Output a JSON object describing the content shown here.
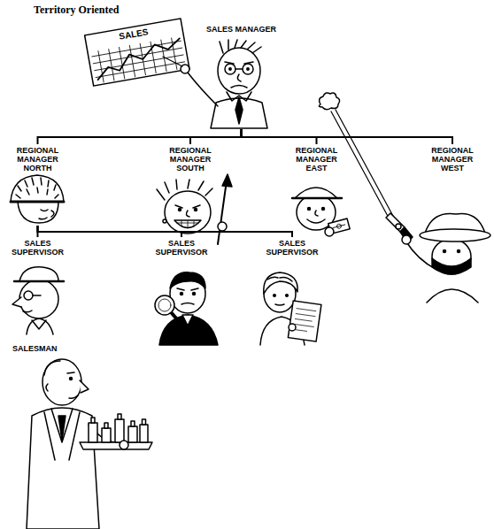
{
  "diagram": {
    "title": "Territory Oriented",
    "nodes": [
      {
        "text": [
          "SALES MANAGER"
        ]
      },
      {
        "text": [
          "REGIONAL MANAGER NORTH"
        ]
      },
      {
        "text": [
          "REGIONAL MANAGER SOUTH"
        ]
      },
      {
        "text": [
          "REGIONAL MANAGER EAST"
        ]
      },
      {
        "text": [
          "REGIONAL MANAGER WEST"
        ]
      },
      {
        "text": [
          "SALES SUPERVISOR"
        ]
      },
      {
        "text": [
          "SALES SUPERVISOR"
        ]
      },
      {
        "text": [
          "SALES SUPERVISOR"
        ]
      },
      {
        "text": [
          "SALESMAN"
        ]
      }
    ],
    "edges": [
      {
        "from": 0,
        "to": 1,
        "arrow": "none"
      },
      {
        "from": 0,
        "to": 2,
        "arrow": "none"
      },
      {
        "from": 0,
        "to": 3,
        "arrow": "none"
      },
      {
        "from": 0,
        "to": 4,
        "arrow": "none"
      },
      {
        "from": 1,
        "to": 5,
        "arrow": "none"
      },
      {
        "from": 1,
        "to": 6,
        "arrow": "none"
      },
      {
        "from": 1,
        "to": 7,
        "arrow": "none"
      }
    ],
    "labels": [
      "SALES"
    ]
  }
}
